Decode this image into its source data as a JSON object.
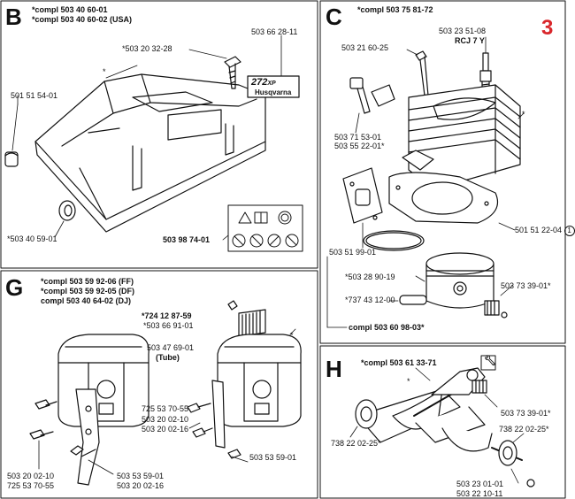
{
  "page_number": "3",
  "sections": {
    "B": {
      "letter": "B",
      "compl_1": "*compl 503 40 60-01",
      "compl_2": "*compl 503 40 60-02 (USA)",
      "parts": {
        "p1": "*503 20 32-28",
        "p2": "503 66 28-11",
        "p3": "501 51 54-01",
        "p4": "*",
        "p5": "*503 40 59-01",
        "p6": "503 98 74-01"
      },
      "decal_model": "272",
      "decal_model_suffix": "XP",
      "decal_brand": "Husqvarna"
    },
    "C": {
      "letter": "C",
      "compl": "*compl 503 75 81-72",
      "parts": {
        "p1": "503 23 51-08",
        "p1b": "RCJ 7 Y",
        "p2": "503 21 60-25",
        "p3": "*",
        "p4": "503 71 53-01",
        "p5": "503 55 22-01*",
        "p6": "501 51 22-04",
        "p6_circ": "1",
        "p7": "503 51 99-01",
        "p8": "*503 28 90-19",
        "p9": "503 73 39-01*",
        "p10": "*737 43 12-00",
        "p11": "compl 503 60 98-03*"
      }
    },
    "G": {
      "letter": "G",
      "compl_1": "*compl 503 59 92-06 (FF)",
      "compl_2": "*compl 503 59 92-05 (DF)",
      "compl_3": "compl 503 40 64-02 (DJ)",
      "parts": {
        "p1": "*724 12 87-59",
        "p2": "*503 66 91-01",
        "p3": "*",
        "p4": "503 47 69-01",
        "p4b": "(Tube)",
        "p5": "725 53 70-55",
        "p6": "503 20 02-10",
        "p7": "503 20 02-16",
        "p8": "503 53 59-01",
        "p9": "503 53 59-01",
        "p10": "503 20 02-10",
        "p11": "725 53 70-55",
        "p12": "503 20 02-16"
      }
    },
    "H": {
      "letter": "H",
      "compl": "*compl 503 61 33-71",
      "parts": {
        "p1": "*",
        "p2": "503 73 39-01*",
        "p3": "738 22 02-25*",
        "p4": "738 22 02-25*",
        "p5": "503 23 01-01",
        "p6": "503 22 10-11"
      }
    }
  }
}
